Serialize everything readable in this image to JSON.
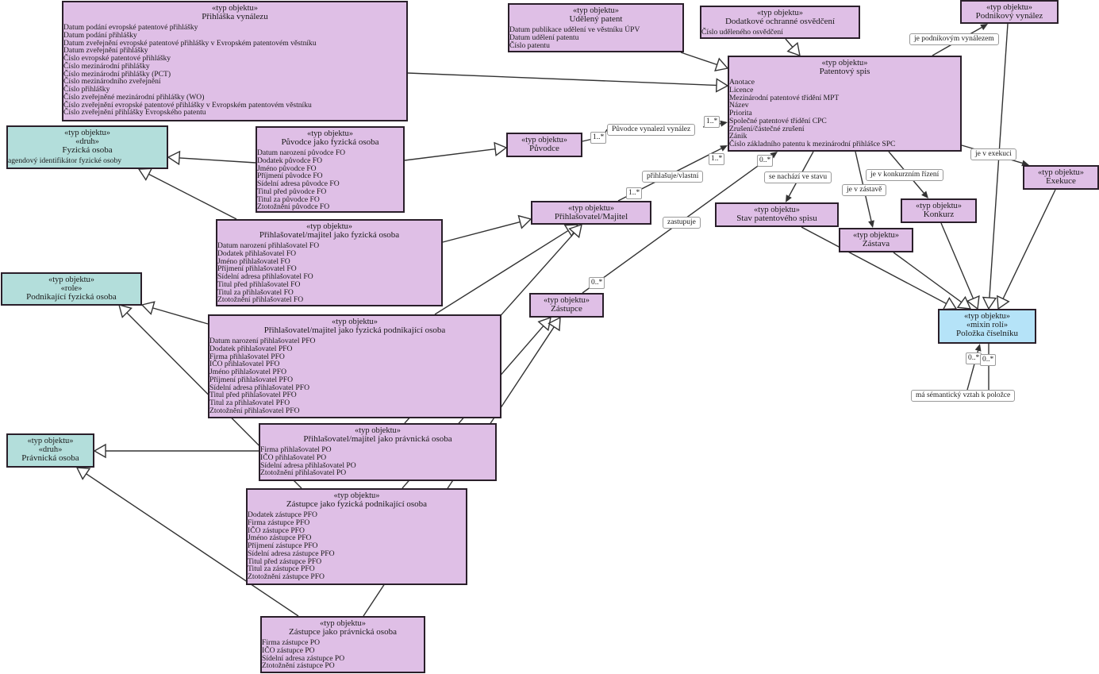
{
  "diagram": {
    "classes": {
      "prihlaska": {
        "stereotypes": [
          "«typ objektu»"
        ],
        "name": "Přihláška vynálezu",
        "attributes": [
          "Datum podání evropské patentové přihlášky",
          "Datum podání přihlášky",
          "Datum zveřejnění evropské patentové přihlášky v Evropském patentovém věstníku",
          "Datum zveřejnění přihlášky",
          "Číslo evropské patentové přihlášky",
          "Číslo mezinárodní přihlášky",
          "Číslo mezinárodní přihlášky (PCT)",
          "Číslo mezinárodního zveřejnění",
          "Číslo přihlášky",
          "Číslo zveřejněné mezinárodní přihlášky (WO)",
          "Číslo zveřejnění evropské patentové přihlášky v Evropském patentovém věstníku",
          "Číslo zveřejnění přihlášky Evropského patentu"
        ]
      },
      "udeleny": {
        "stereotypes": [
          "«typ objektu»"
        ],
        "name": "Udělený patent",
        "attributes": [
          "Datum publikace udělení ve věstníku ÚPV",
          "Datum udělení patentu",
          "Číslo patentu"
        ]
      },
      "dodatkove": {
        "stereotypes": [
          "«typ objektu»"
        ],
        "name": "Dodatkové ochranné osvědčení",
        "attributes": [
          "Číslo uděleného osvědčení"
        ]
      },
      "podnikovy": {
        "stereotypes": [
          "«typ objektu»"
        ],
        "name": "Podnikový vynález",
        "attributes": []
      },
      "patentovy": {
        "stereotypes": [
          "«typ objektu»"
        ],
        "name": "Patentový spis",
        "attributes": [
          "Anotace",
          "Licence",
          "Mezinárodní patentové třídění MPT",
          "Název",
          "Priorita",
          "Společné patentové třídění CPC",
          "Zrušení/částečné zrušení",
          "Zánik",
          "Číslo základního patentu k mezinárodní přihlášce SPC"
        ]
      },
      "fyzicka": {
        "stereotypes": [
          "«typ objektu»",
          "«druh»"
        ],
        "name": "Fyzická osoba",
        "attributes": [
          "agendový identifikátor fyzické osoby"
        ]
      },
      "puvodce_fo": {
        "stereotypes": [
          "«typ objektu»"
        ],
        "name": "Původce jako fyzická osoba",
        "attributes": [
          "Datum narození původce FO",
          "Dodatek původce FO",
          "Jméno původce FO",
          "Příjmení původce FO",
          "Sídelní adresa původce FO",
          "Titul před původce FO",
          "Titul za původce FO",
          "Ztotožnění původce FO"
        ]
      },
      "puvodce": {
        "stereotypes": [
          "«typ objektu»"
        ],
        "name": "Původce",
        "attributes": []
      },
      "prihlasovatel": {
        "stereotypes": [
          "«typ objektu»"
        ],
        "name": "Přihlašovatel/Majitel",
        "attributes": []
      },
      "prihl_fo": {
        "stereotypes": [
          "«typ objektu»"
        ],
        "name": "Přihlašovatel/majitel jako fyzická osoba",
        "attributes": [
          "Datum narození přihlašovatel FO",
          "Dodatek přihlašovatel FO",
          "Jméno přihlašovatel FO",
          "Příjmení přihlašovatel FO",
          "Sídelní adresa přihlašovatel FO",
          "Titul před přihlašovatel FO",
          "Titul za přihlašovatel FO",
          "Ztotožnění přihlašovatel FO"
        ]
      },
      "podnikajici": {
        "stereotypes": [
          "«typ objektu»",
          "«role»"
        ],
        "name": "Podnikající fyzická osoba",
        "attributes": []
      },
      "prihl_pfo": {
        "stereotypes": [
          "«typ objektu»"
        ],
        "name": "Přihlašovatel/majitel jako fyzická podnikající osoba",
        "attributes": [
          "Datum narození přihlašovatel PFO",
          "Dodatek přihlašovatel PFO",
          "Firma přihlašovatel PFO",
          "IČO přihlašovatel PFO",
          "Jméno přihlašovatel PFO",
          "Příjmení přihlašovatel PFO",
          "Sídelní adresa přihlašovatel PFO",
          "Titul před přihlašovatel PFO",
          "Titul za přihlašovatel PFO",
          "Ztotožnění přihlašovatel PFO"
        ]
      },
      "zastupce": {
        "stereotypes": [
          "«typ objektu»"
        ],
        "name": "Zástupce",
        "attributes": []
      },
      "stav": {
        "stereotypes": [
          "«typ objektu»"
        ],
        "name": "Stav patentového spisu",
        "attributes": []
      },
      "zastava": {
        "stereotypes": [
          "«typ objektu»"
        ],
        "name": "Zástava",
        "attributes": []
      },
      "konkurz": {
        "stereotypes": [
          "«typ objektu»"
        ],
        "name": "Konkurz",
        "attributes": []
      },
      "exekuce": {
        "stereotypes": [
          "«typ objektu»"
        ],
        "name": "Exekuce",
        "attributes": []
      },
      "polozka": {
        "stereotypes": [
          "«typ objektu»",
          "«mixin rolí»"
        ],
        "name": "Položka číselníku",
        "attributes": []
      },
      "pravnicka": {
        "stereotypes": [
          "«typ objektu»",
          "«druh»"
        ],
        "name": "Právnická osoba",
        "attributes": []
      },
      "prihl_po": {
        "stereotypes": [
          "«typ objektu»"
        ],
        "name": "Přihlašovatel/majitel jako právnická osoba",
        "attributes": [
          "Firma přihlašovatel PO",
          "IČO přihlašovatel PO",
          "Sídelní adresa přihlašovatel PO",
          "Ztotožnění přihlašovatel PO"
        ]
      },
      "zast_pfo": {
        "stereotypes": [
          "«typ objektu»"
        ],
        "name": "Zástupce jako fyzická podnikající osoba",
        "attributes": [
          "Dodatek zástupce PFO",
          "Firma zástupce PFO",
          "IČO zástupce PFO",
          "Jméno zástupce PFO",
          "Příjmení zástupce PFO",
          "Sídelní adresa zástupce PFO",
          "Titul před zástupce PFO",
          "Titul za zástupce PFO",
          "Ztotožnění zástupce PFO"
        ]
      },
      "zast_po": {
        "stereotypes": [
          "«typ objektu»"
        ],
        "name": "Zástupce jako právnická osoba",
        "attributes": [
          "Firma zástupce PO",
          "IČO zástupce PO",
          "Sídelní adresa zástupce PO",
          "Ztotožnění zástupce PO"
        ]
      }
    },
    "relations": {
      "je_podnikovym": "je podnikovým vynálezem",
      "puvodce_vynalezl": "Původce vynalezl vynález",
      "prihlasuje": "přihlašuje/vlastní",
      "zastupuje": "zastupuje",
      "nachazi_stav": "se nachází ve stavu",
      "v_zastave": "je v zástavě",
      "v_konkurzu": "je v konkurzním řízení",
      "v_exekuci": "je v exekuci",
      "semanticky": "má sémantický vztah k položce"
    },
    "multiplicities": {
      "one_many": "1..*",
      "zero_many": "0..*"
    },
    "colors": {
      "object_type": "#dfbfe6",
      "kind": "#b3dedb",
      "mixin": "#b5e3f8",
      "border": "#2a1f2a"
    },
    "edges": [
      {
        "from": "prihlaska",
        "to": "patentovy",
        "type": "generalization"
      },
      {
        "from": "udeleny",
        "to": "patentovy",
        "type": "generalization"
      },
      {
        "from": "dodatkove",
        "to": "patentovy",
        "type": "generalization"
      },
      {
        "from": "patentovy",
        "to": "podnikovy",
        "type": "association",
        "label": "je_podnikovym"
      },
      {
        "from": "puvodce",
        "to": "patentovy",
        "type": "association",
        "label": "puvodce_vynalezl"
      },
      {
        "from": "prihlasovatel",
        "to": "patentovy",
        "type": "association",
        "label": "prihlasuje"
      },
      {
        "from": "zastupce",
        "to": "patentovy",
        "type": "association",
        "label": "zastupuje"
      },
      {
        "from": "patentovy",
        "to": "stav",
        "type": "association",
        "label": "nachazi_stav"
      },
      {
        "from": "patentovy",
        "to": "zastava",
        "type": "association",
        "label": "v_zastave"
      },
      {
        "from": "patentovy",
        "to": "konkurz",
        "type": "association",
        "label": "v_konkurzu"
      },
      {
        "from": "patentovy",
        "to": "exekuce",
        "type": "association",
        "label": "v_exekuci"
      },
      {
        "from": "puvodce_fo",
        "to": "fyzicka",
        "type": "generalization"
      },
      {
        "from": "puvodce_fo",
        "to": "puvodce",
        "type": "generalization"
      },
      {
        "from": "prihl_fo",
        "to": "fyzicka",
        "type": "generalization"
      },
      {
        "from": "prihl_fo",
        "to": "prihlasovatel",
        "type": "generalization"
      },
      {
        "from": "prihl_pfo",
        "to": "podnikajici",
        "type": "generalization"
      },
      {
        "from": "prihl_pfo",
        "to": "prihlasovatel",
        "type": "generalization"
      },
      {
        "from": "prihl_po",
        "to": "pravnicka",
        "type": "generalization"
      },
      {
        "from": "prihl_po",
        "to": "prihlasovatel",
        "type": "generalization"
      },
      {
        "from": "zast_pfo",
        "to": "podnikajici",
        "type": "generalization"
      },
      {
        "from": "zast_pfo",
        "to": "zastupce",
        "type": "generalization"
      },
      {
        "from": "zast_po",
        "to": "pravnicka",
        "type": "generalization"
      },
      {
        "from": "zast_po",
        "to": "zastupce",
        "type": "generalization"
      },
      {
        "from": "podnikovy",
        "to": "polozka",
        "type": "generalization"
      },
      {
        "from": "stav",
        "to": "polozka",
        "type": "generalization"
      },
      {
        "from": "zastava",
        "to": "polozka",
        "type": "generalization"
      },
      {
        "from": "konkurz",
        "to": "polozka",
        "type": "generalization"
      },
      {
        "from": "exekuce",
        "to": "polozka",
        "type": "generalization"
      },
      {
        "from": "polozka",
        "to": "polozka",
        "type": "association",
        "label": "semanticky"
      }
    ]
  }
}
